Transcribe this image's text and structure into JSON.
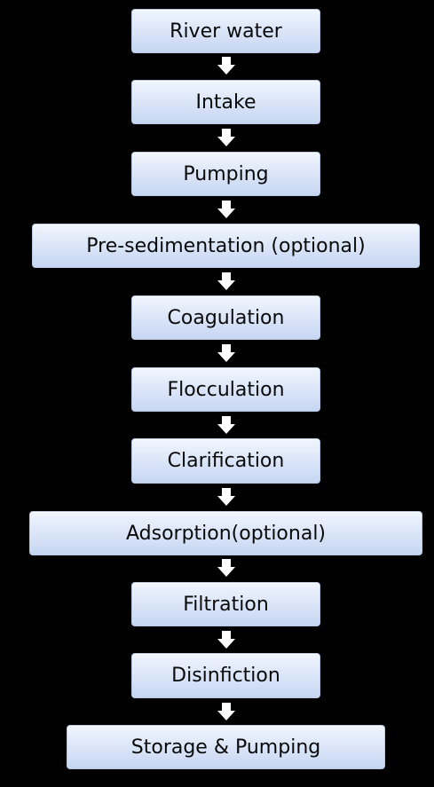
{
  "flow": {
    "steps": [
      "River water",
      "Intake",
      "Pumping",
      "Pre-sedimentation (optional)",
      "Coagulation",
      "Flocculation",
      "Clarification",
      "Adsorption(optional)",
      "Filtration",
      "Disinfiction",
      "Storage & Pumping"
    ]
  },
  "colors": {
    "background": "#000000",
    "box_fill_top": "#f1f5fd",
    "box_fill_bottom": "#c6d6f2",
    "box_border": "#b9c9e6",
    "arrow": "#ffffff"
  },
  "icons": {
    "connector": "down-arrow-icon"
  }
}
